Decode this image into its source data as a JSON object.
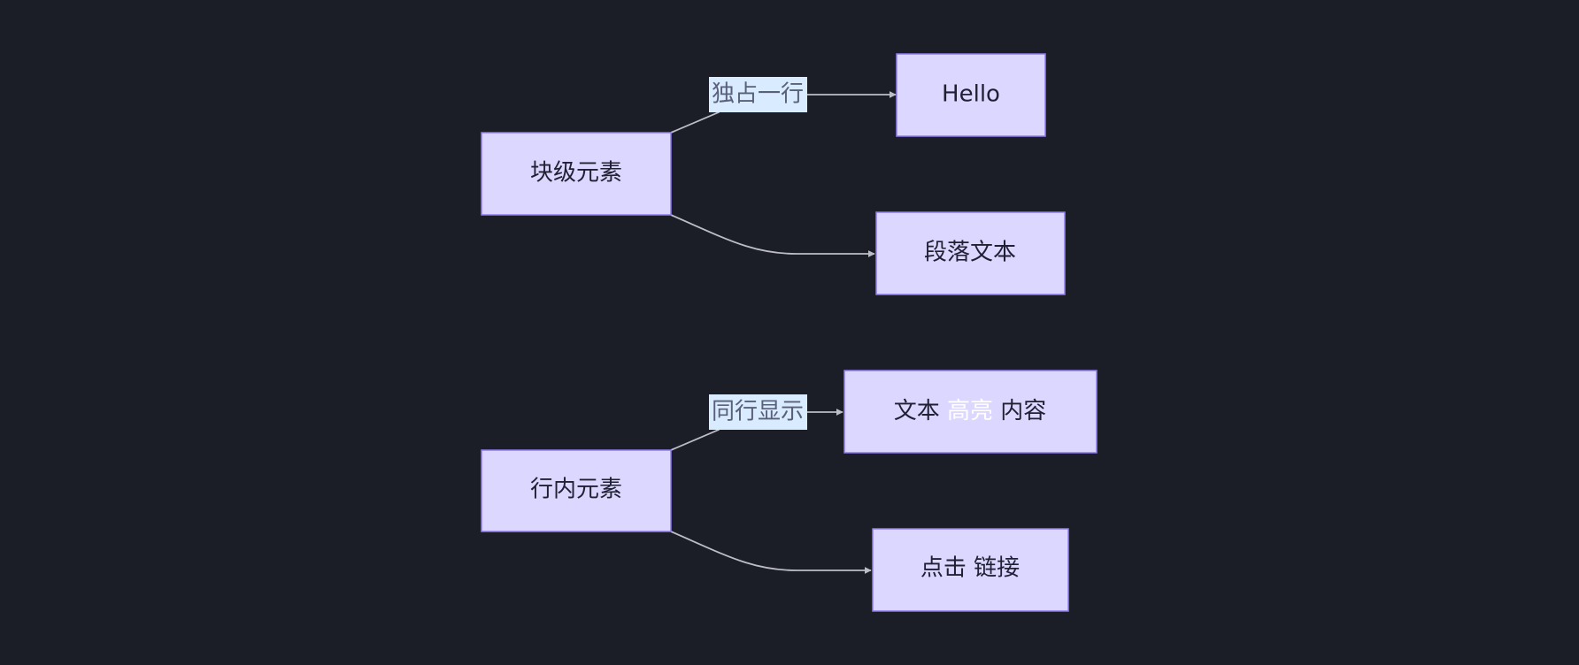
{
  "nodes": {
    "block": {
      "label": "块级元素"
    },
    "hello": {
      "label": "Hello"
    },
    "paragraph": {
      "label": "段落文本"
    },
    "inline": {
      "label": "行内元素"
    },
    "span_text": {
      "pre": "文本 ",
      "highlight": "高亮",
      "post": " 内容"
    },
    "link": {
      "label": "点击 链接"
    }
  },
  "edges": {
    "block_hello": {
      "label": "独占一行"
    },
    "inline_span": {
      "label": "同行显示"
    }
  },
  "colors": {
    "background": "#1c1e27",
    "node_fill": "#dcd7ff",
    "node_stroke": "#8f7cef",
    "edge": "#bdbdc6",
    "edge_label_bg": "#d8ebff",
    "highlight_text": "#ffffff"
  }
}
